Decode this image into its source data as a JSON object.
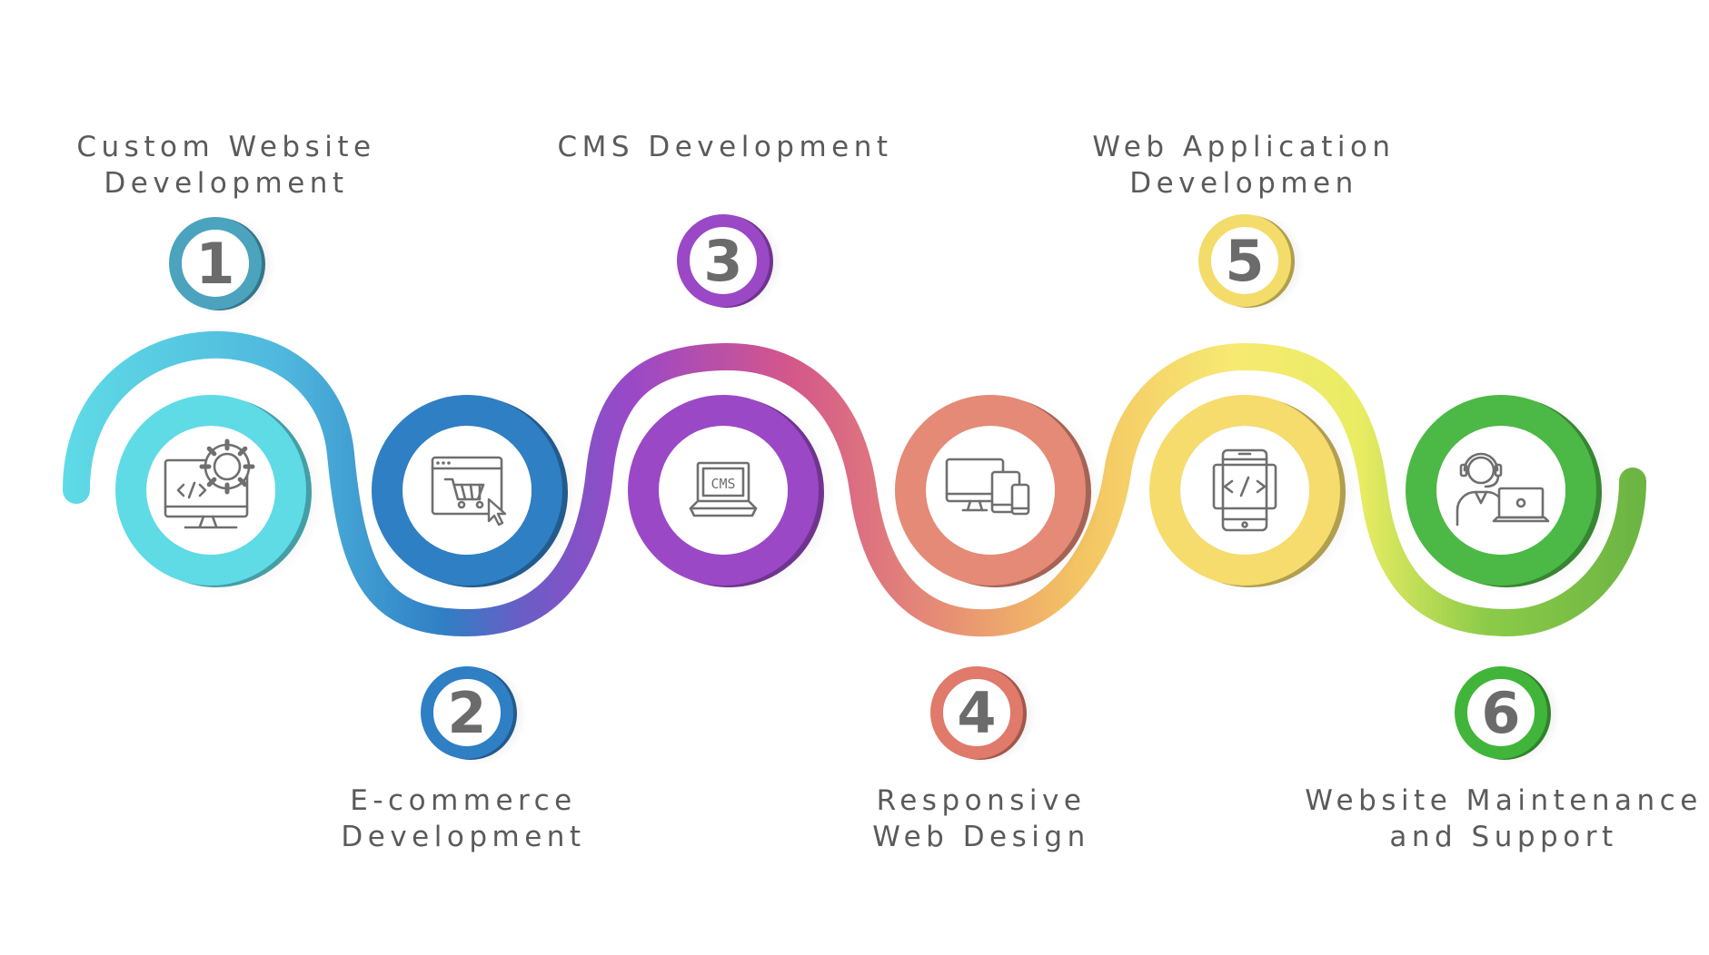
{
  "steps": [
    {
      "number": "1",
      "title_lines": [
        "Custom Website",
        "Development"
      ],
      "icon": "monitor-code-gear-icon",
      "color": "#5fdbe6",
      "badge_color": "#4ba3bd"
    },
    {
      "number": "2",
      "title_lines": [
        "E-commerce",
        "Development"
      ],
      "icon": "browser-cart-icon",
      "color": "#2f7fc4",
      "badge_color": "#2f7fc4"
    },
    {
      "number": "3",
      "title_lines": [
        "CMS Development"
      ],
      "icon": "cms-laptop-icon",
      "color": "#9b48c7",
      "badge_color": "#9b48c7"
    },
    {
      "number": "4",
      "title_lines": [
        "Responsive",
        "Web Design"
      ],
      "icon": "responsive-devices-icon",
      "color": "#e58a76",
      "badge_color": "#e07a6a"
    },
    {
      "number": "5",
      "title_lines": [
        "Web Application",
        "Developmen"
      ],
      "icon": "mobile-code-icon",
      "color": "#f6dc6c",
      "badge_color": "#f3dc6a"
    },
    {
      "number": "6",
      "title_lines": [
        "Website Maintenance",
        "and Support"
      ],
      "icon": "support-agent-icon",
      "color": "#4cb946",
      "badge_color": "#41b53a"
    }
  ],
  "icon_text": {
    "cms": "CMS"
  }
}
